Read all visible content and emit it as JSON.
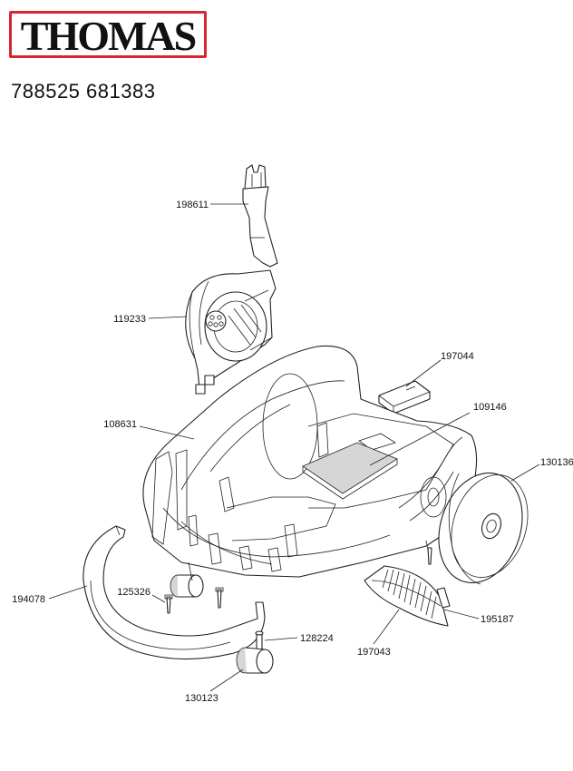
{
  "brand": {
    "name": "THOMAS",
    "accent_color": "#d7262e"
  },
  "model_numbers": "788525 681383",
  "parts": {
    "p198611": "198611",
    "p119233": "119233",
    "p197044": "197044",
    "p109146": "109146",
    "p108631": "108631",
    "p130136": "130136",
    "p194078": "194078",
    "p125326": "125326",
    "p195187": "195187",
    "p128224": "128224",
    "p197043": "197043",
    "p130123": "130123"
  }
}
